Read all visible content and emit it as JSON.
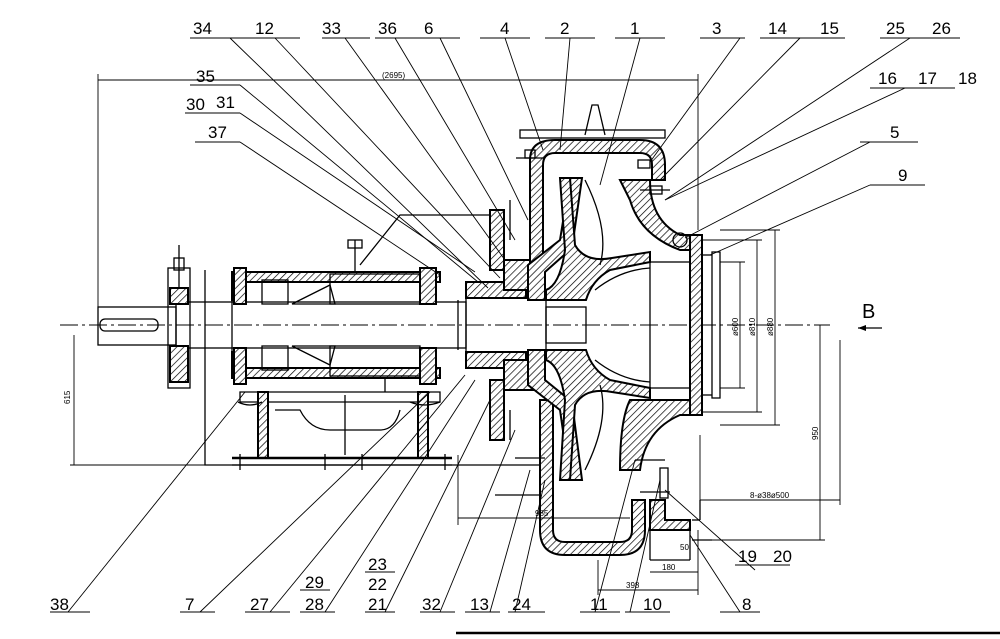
{
  "callouts": {
    "n1": "1",
    "n2": "2",
    "n3": "3",
    "n4": "4",
    "n5": "5",
    "n6": "6",
    "n7": "7",
    "n8": "8",
    "n9": "9",
    "n10": "10",
    "n11": "11",
    "n12": "12",
    "n13": "13",
    "n14": "14",
    "n15": "15",
    "n16": "16",
    "n17": "17",
    "n18": "18",
    "n19": "19",
    "n20": "20",
    "n21": "21",
    "n22": "22",
    "n23": "23",
    "n24": "24",
    "n25": "25",
    "n26": "26",
    "n27": "27",
    "n28": "28",
    "n29": "29",
    "n30": "30",
    "n31": "31",
    "n32": "32",
    "n33": "33",
    "n34": "34",
    "n35": "35",
    "n36": "36",
    "n37": "37",
    "n38": "38"
  },
  "view_label": "B",
  "dimensions": {
    "overall_length": "(2695)",
    "shaft_height": "615",
    "inlet_dia_small": "ø600",
    "inlet_dia_mid": "ø810",
    "inlet_dia_large": "ø880",
    "discharge_height": "950",
    "base_length": "985",
    "outlet_flange": "8-ø38ø500",
    "foot_span": "398",
    "foot_width": "180",
    "foot_edge": "50"
  }
}
